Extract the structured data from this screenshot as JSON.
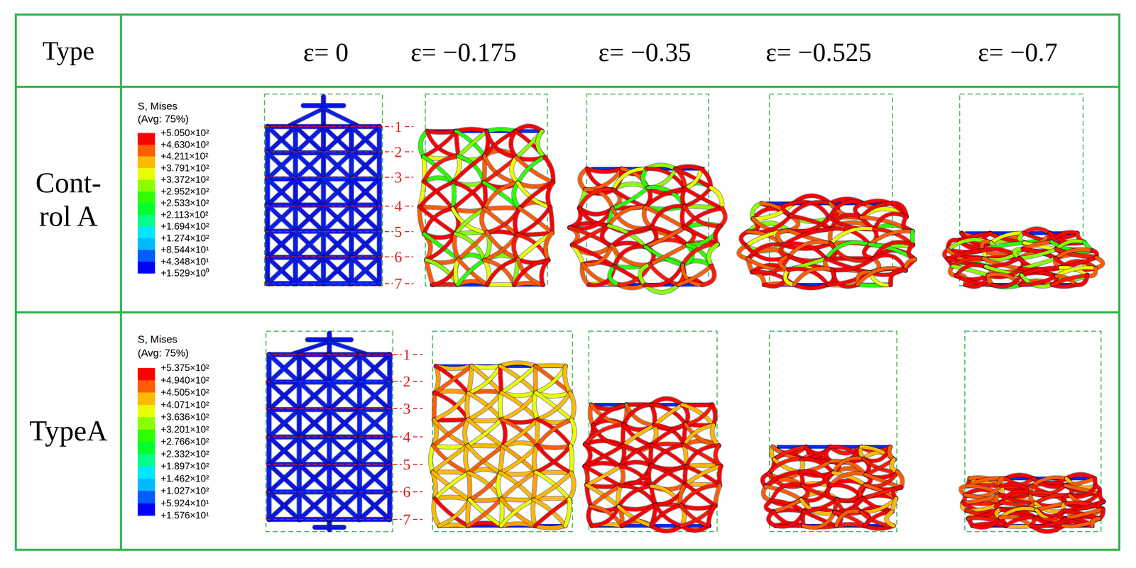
{
  "diagram": {
    "nodes": [
      {
        "text": [
          "Type"
        ]
      },
      {
        "text": [
          "Cont- rol A"
        ]
      },
      {
        "text": [
          "TypeA"
        ]
      }
    ],
    "labels": [
      "ε= 0",
      "ε= −0.175",
      "ε= −0.35",
      "ε= −0.525",
      "ε= −0.7",
      "S, Mises",
      "(Avg: 75%)",
      "+1.529×10⁰",
      "1",
      "2",
      "3",
      "4",
      "5",
      "6",
      "7",
      "S, Mises",
      "(Avg: 75%)",
      "+1.576×10¹",
      "1",
      "2",
      "3",
      "4",
      "5",
      "6",
      "7"
    ],
    "legend": [
      {
        "text": "+5.050×10²",
        "color": "#ff0000"
      },
      {
        "text": "+4.630×10²",
        "color": "#ff5d00"
      },
      {
        "text": "+4.211×10²",
        "color": "#ffb900"
      },
      {
        "text": "+3.791×10²",
        "color": "#e8ff00"
      },
      {
        "text": "+3.372×10²",
        "color": "#8bff00"
      },
      {
        "text": "+2.952×10²",
        "color": "#2eff00"
      },
      {
        "text": "+2.533×10²",
        "color": "#00ff2e"
      },
      {
        "text": "+2.113×10²",
        "color": "#00ff8b"
      },
      {
        "text": "+1.694×10²",
        "color": "#00e8ff"
      },
      {
        "text": "+1.274×10²",
        "color": "#00b9ff"
      },
      {
        "text": "+8.544×10¹",
        "color": "#005dff"
      },
      {
        "text": "+4.348×10¹",
        "color": "#0000ff"
      },
      {
        "text": "+5.375×10²",
        "color": "#ff0000"
      },
      {
        "text": "+4.940×10²",
        "color": "#ff5d00"
      },
      {
        "text": "+4.505×10²",
        "color": "#ffb900"
      },
      {
        "text": "+4.071×10²",
        "color": "#e8ff00"
      },
      {
        "text": "+3.636×10²",
        "color": "#8bff00"
      },
      {
        "text": "+3.201×10²",
        "color": "#2eff00"
      },
      {
        "text": "+2.766×10²",
        "color": "#00ff2e"
      },
      {
        "text": "+2.332×10²",
        "color": "#00ff8b"
      },
      {
        "text": "+1.897×10²",
        "color": "#00e8ff"
      },
      {
        "text": "+1.462×10²",
        "color": "#00b9ff"
      },
      {
        "text": "+1.027×10²",
        "color": "#005dff"
      },
      {
        "text": "+5.924×10¹",
        "color": "#0000ff"
      }
    ]
  }
}
